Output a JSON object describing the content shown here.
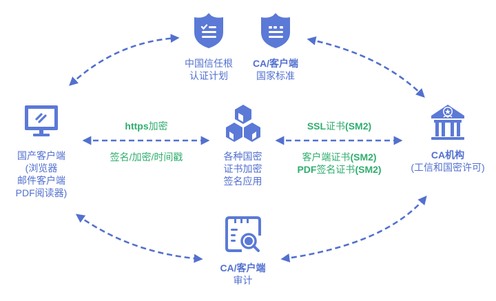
{
  "colors": {
    "icon_blue": "#5b79d6",
    "label_blue": "#5270cf",
    "edge_green": "#2fae6e",
    "arrow_blue": "#5270cf"
  },
  "nodes": {
    "trust_plan": {
      "icon": "shield-checklist-icon",
      "lines": [
        "中国信任根",
        "认证计划"
      ]
    },
    "national_standard": {
      "icon": "shield-list-icon",
      "lines": [
        "CA/客户端",
        "国家标准"
      ]
    },
    "domestic_client": {
      "icon": "monitor-icon",
      "lines": [
        "国产客户端",
        "(浏览器",
        "邮件客户端",
        "PDF阅读器)"
      ]
    },
    "crypto_apps": {
      "icon": "cubes-icon",
      "lines": [
        "各种国密",
        "证书加密",
        "签名应用"
      ]
    },
    "ca_org": {
      "icon": "bank-building-icon",
      "lines": [
        "CA机构",
        "(工信和国密许可)"
      ]
    },
    "audit": {
      "icon": "document-search-icon",
      "lines": [
        "CA/客户端",
        "审计"
      ]
    }
  },
  "edges": {
    "client_apps": {
      "top": "https",
      "top_suffix": "加密",
      "bottom": "签名/加密/时间戳"
    },
    "apps_ca": {
      "top_a": "SSL",
      "top_b": "证书",
      "top_c": "(SM2)",
      "bottom1_a": "客户端证书",
      "bottom1_b": "(SM2)",
      "bottom2_a": "PDF",
      "bottom2_b": "签名证书",
      "bottom2_c": "(SM2)"
    }
  }
}
